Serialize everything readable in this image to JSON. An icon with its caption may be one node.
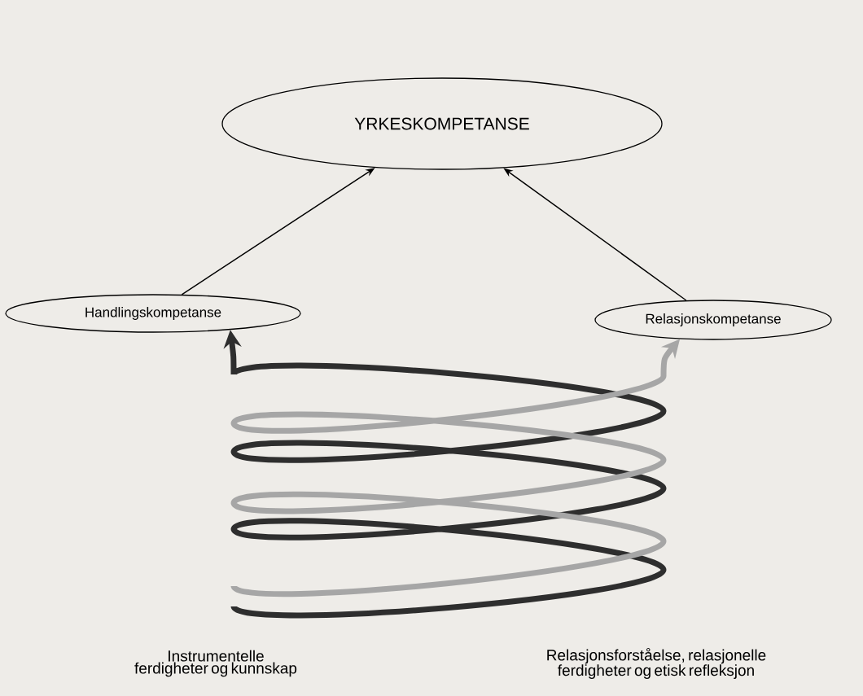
{
  "diagram": {
    "nodes": [
      {
        "text": [
          "YRKESKOMPETANSE"
        ]
      },
      {
        "text": [
          "Handlingskompetanse"
        ]
      },
      {
        "text": [
          "Relasjonskompetanse"
        ]
      },
      {
        "text": [
          "Instrumentelle ferdigheter og kunnskap"
        ]
      },
      {
        "text": [
          "Relasjonsforståelse, relasjonelle ferdigheter og etisk refleksjon"
        ]
      }
    ],
    "edges": [
      {
        "from": 1,
        "to": 0,
        "arrow": "to"
      },
      {
        "from": 2,
        "to": 0,
        "arrow": "to"
      },
      {
        "from": null,
        "to": 1,
        "arrow": "to",
        "style": "thick",
        "color": "#2e2e2e"
      },
      {
        "from": null,
        "to": 2,
        "arrow": "to",
        "style": "thick",
        "color": "#a6a6a6"
      }
    ]
  }
}
